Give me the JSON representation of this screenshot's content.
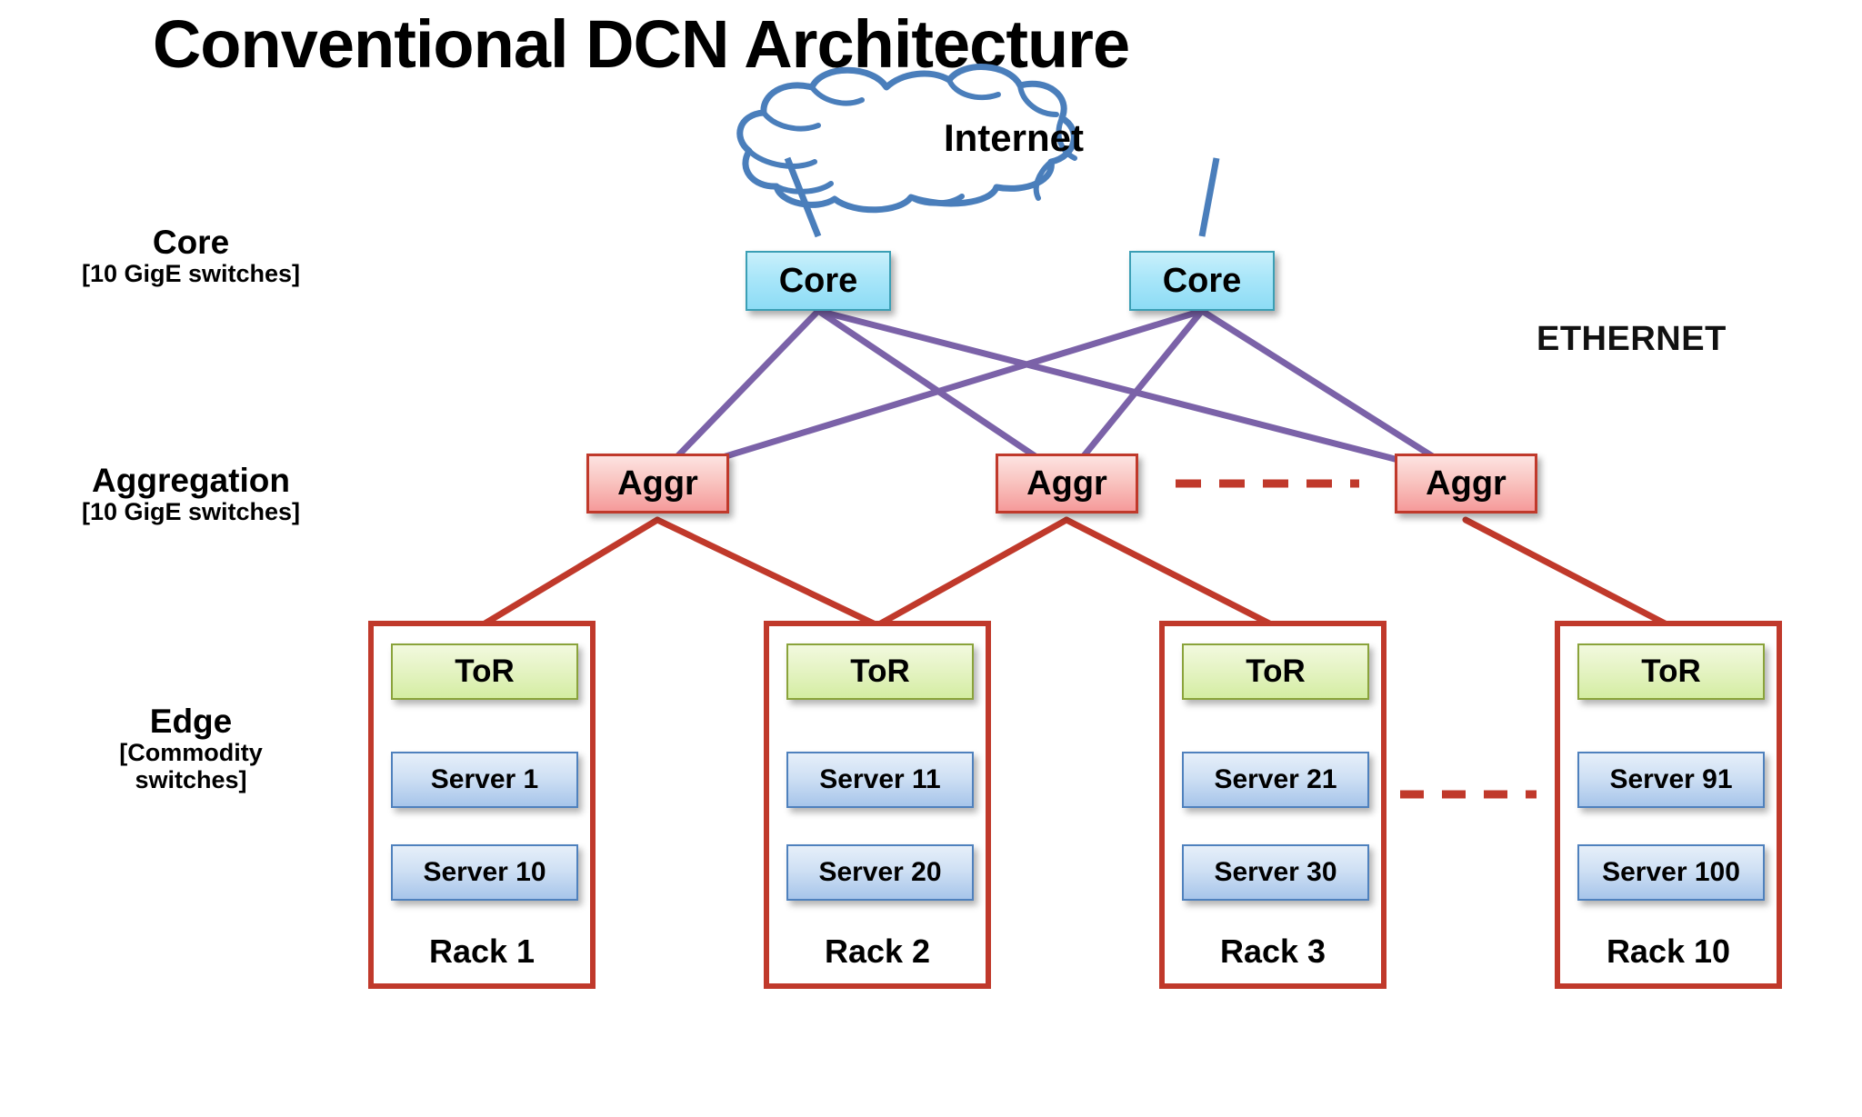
{
  "title": "Conventional DCN Architecture",
  "cloud": {
    "label": "Internet"
  },
  "ethernet_label": "ETHERNET",
  "tiers": [
    {
      "name": "core",
      "title": "Core",
      "sub": "[10 GigE switches]"
    },
    {
      "name": "aggr",
      "title": "Aggregation",
      "sub": "[10 GigE switches]"
    },
    {
      "name": "edge",
      "title": "Edge",
      "sub_line1": "[Commodity",
      "sub_line2": "switches]"
    }
  ],
  "core_switches": [
    {
      "label": "Core"
    },
    {
      "label": "Core"
    }
  ],
  "aggr_switches": [
    {
      "label": "Aggr"
    },
    {
      "label": "Aggr"
    },
    {
      "label": "Aggr"
    }
  ],
  "racks": [
    {
      "name": "Rack 1",
      "tor": "ToR",
      "servers": [
        "Server 1",
        "Server 10"
      ]
    },
    {
      "name": "Rack 2",
      "tor": "ToR",
      "servers": [
        "Server 11",
        "Server 20"
      ]
    },
    {
      "name": "Rack 3",
      "tor": "ToR",
      "servers": [
        "Server 21",
        "Server 30"
      ]
    },
    {
      "name": "Rack 10",
      "tor": "ToR",
      "servers": [
        "Server 91",
        "Server 100"
      ]
    }
  ],
  "colors": {
    "cloud_stroke": "#4a7ebb",
    "core_to_aggr_link": "#7b62a8",
    "aggr_to_rack_link": "#c0392b",
    "dashed_ellipsis": "#c0392b",
    "core_fill": "#a9e6f9",
    "core_border": "#3b9fb5",
    "aggr_fill": "#f9c3bf",
    "aggr_border": "#c0392b",
    "tor_fill": "#e4f3c2",
    "tor_border": "#8aa33b",
    "server_fill": "#cfe0f4",
    "server_border": "#4f81bd",
    "rack_border": "#c0392b",
    "background": "#ffffff",
    "text": "#000000"
  },
  "ellipsis_markers": [
    {
      "name": "aggr-row-ellipsis",
      "dashes": 5
    },
    {
      "name": "rack-row-ellipsis",
      "dashes": 4
    }
  ]
}
